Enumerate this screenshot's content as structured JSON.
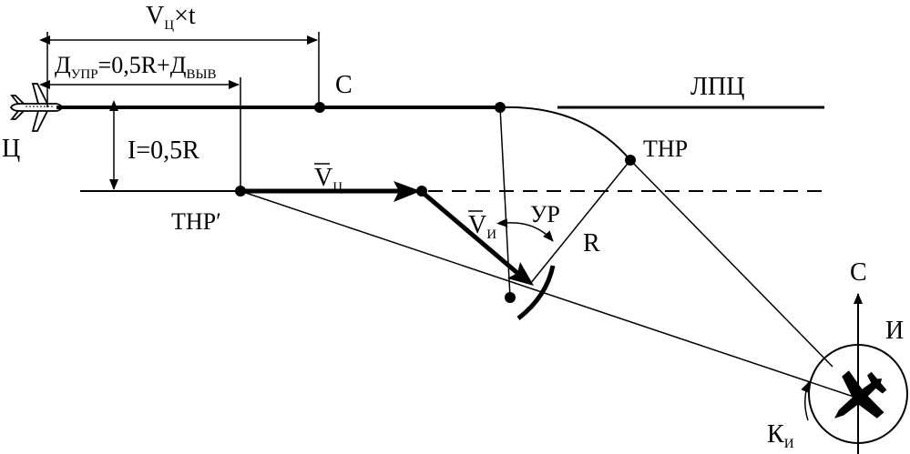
{
  "labels": {
    "vt_main": "V",
    "vt_sub": "Ц",
    "vt_times": "×t",
    "d_upr_main": "Д",
    "d_upr_sub": "УПР",
    "d_upr_mid": "=0,5R+Д",
    "d_vyv_sub": "ВЫВ",
    "point_c": "С",
    "lpc": "ЛПЦ",
    "target": "Ц",
    "i_dist": "I=0,5R",
    "vc_main": "V",
    "vc_sub": "Ц",
    "thr_prime": "ТНР′",
    "thr": "ТНР",
    "vi_main": "V",
    "vi_sub": "И",
    "ur": "УР",
    "r": "R",
    "north": "С",
    "i_arc": "И",
    "ki_main": "К",
    "ki_sub": "И"
  }
}
